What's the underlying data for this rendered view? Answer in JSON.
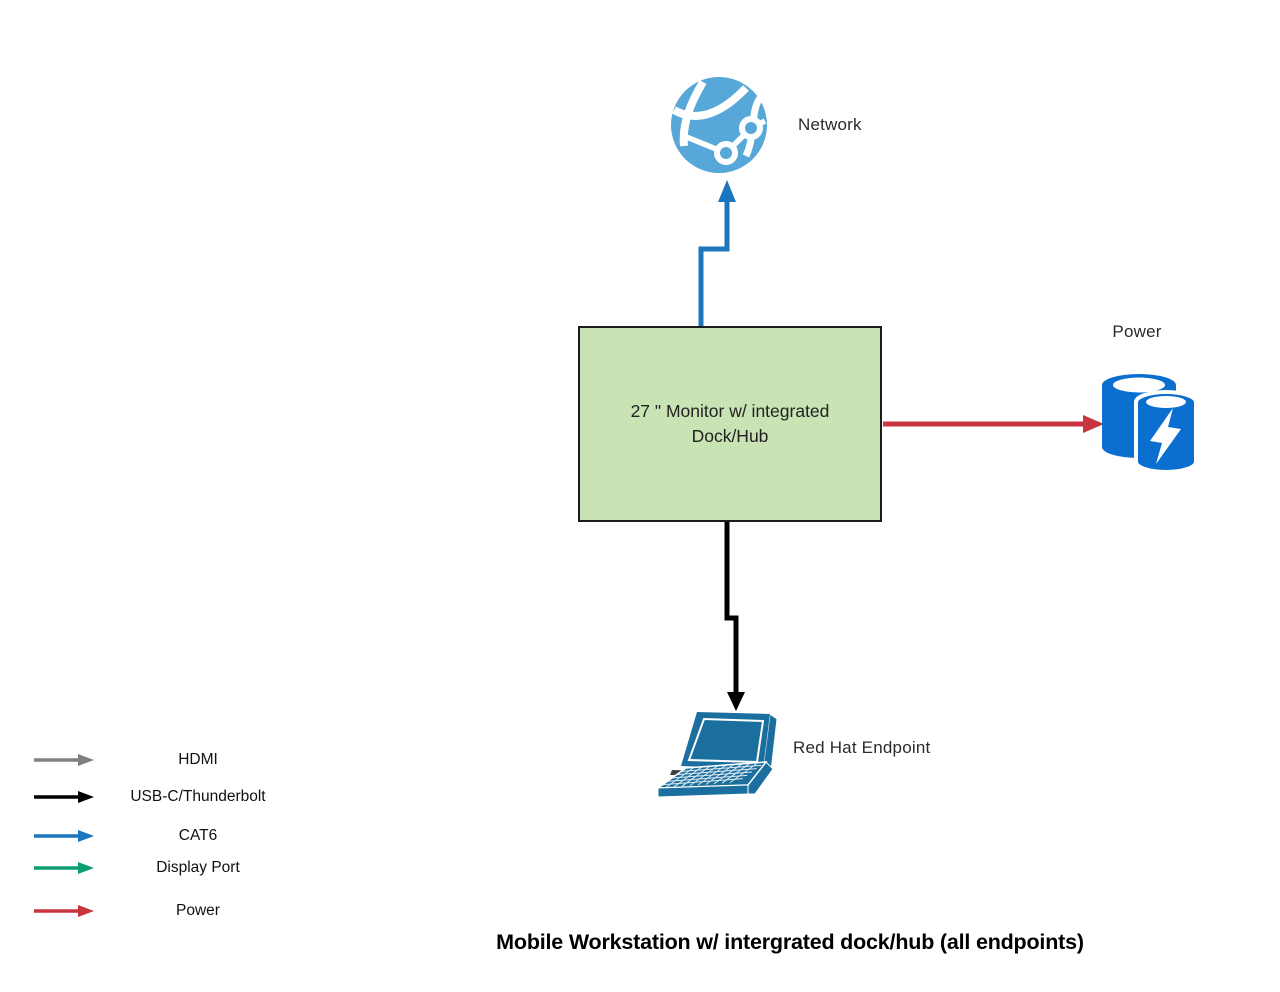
{
  "title": "Mobile Workstation w/ intergrated dock/hub (all endpoints)",
  "nodes": {
    "network": {
      "label": "Network",
      "icon": "globe-network-icon"
    },
    "monitor": {
      "label": "27 \" Monitor w/ integrated Dock/Hub",
      "fill": "#c9e3b4",
      "border": "#1c1c1c"
    },
    "power": {
      "label": "Power",
      "icon": "power-supply-icon"
    },
    "endpoint": {
      "label": "Red Hat Endpoint",
      "icon": "laptop-icon"
    }
  },
  "connectors": [
    {
      "name": "cat6",
      "from": "monitor",
      "to": "network",
      "color": "#1b76bd"
    },
    {
      "name": "usb-c-thunderbolt",
      "from": "monitor",
      "to": "endpoint",
      "color": "#000000"
    },
    {
      "name": "power",
      "from": "monitor",
      "to": "power",
      "color": "#c9353f"
    }
  ],
  "colors": {
    "cat6_line": "#1b76bd",
    "usbc_line": "#000000",
    "power_line": "#c9353f",
    "hdmi_line": "#808080",
    "display_port_line": "#0d9d72",
    "globe_blue": "#57a8d8",
    "power_icon_blue": "#0b6fd0",
    "laptop_blue": "#1a6f9e",
    "monitor_fill": "#c9e3b4"
  },
  "legend": {
    "items": [
      {
        "label": "HDMI",
        "color": "#808080"
      },
      {
        "label": "USB-C/Thunderbolt",
        "color": "#000000"
      },
      {
        "label": "CAT6",
        "color": "#1b76bd"
      },
      {
        "label": "Display Port",
        "color": "#0d9d72"
      },
      {
        "label": "Power",
        "color": "#c9353f"
      }
    ]
  }
}
